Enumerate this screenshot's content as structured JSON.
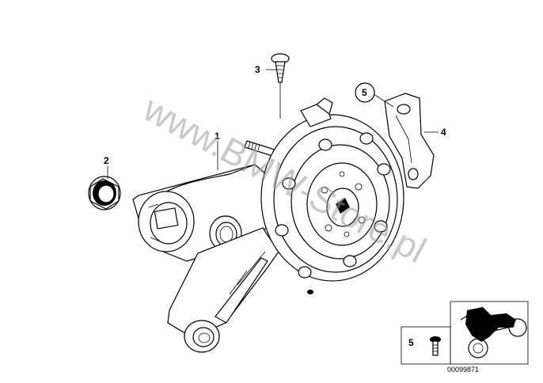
{
  "callouts": {
    "part_1": "1",
    "part_2": "2",
    "part_3": "3",
    "part_4": "4",
    "part_5": "5",
    "inset_part_5": "5"
  },
  "watermark": "www.BMW-Store.pl",
  "diagram_ref": "00099871"
}
